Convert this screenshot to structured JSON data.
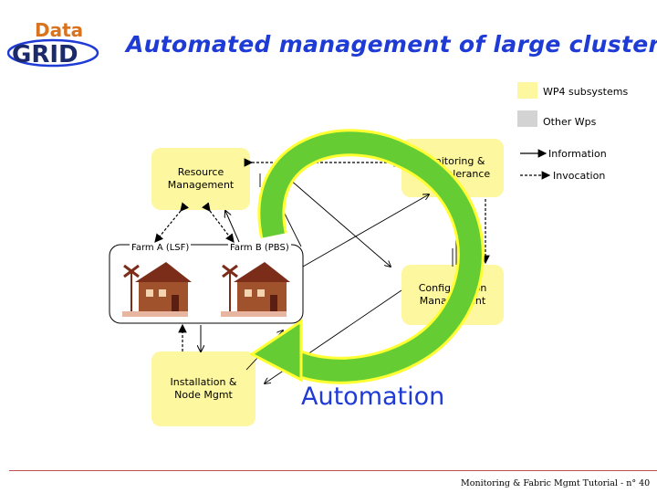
{
  "logo": {
    "word_top": "Data",
    "word_bottom": "GRID"
  },
  "title": "Automated management of large clusters",
  "legend": {
    "wp4": "WP4 subsystems",
    "other": "Other Wps",
    "information": "Information",
    "invocation": "Invocation",
    "colors": {
      "wp4": "#fdf7a0",
      "other": "#d3d3d3"
    }
  },
  "boxes": {
    "resource": [
      "Resource",
      "Management"
    ],
    "monitoring": [
      "Monitoring &",
      "Fault Tolerance"
    ],
    "configuration": [
      "Configuration",
      "Management"
    ],
    "installation": [
      "Installation &",
      "Node Mgmt"
    ]
  },
  "farms": {
    "a": "Farm A (LSF)",
    "b": "Farm B (PBS)"
  },
  "automation_label": "Automation",
  "footer": "Monitoring & Fabric Mgmt Tutorial - n° 40",
  "colors": {
    "title": "#1f3bd6",
    "box_fill": "#fdf7a0",
    "cycle_arrow": "#66cc33",
    "cycle_outline": "#ffff33"
  }
}
